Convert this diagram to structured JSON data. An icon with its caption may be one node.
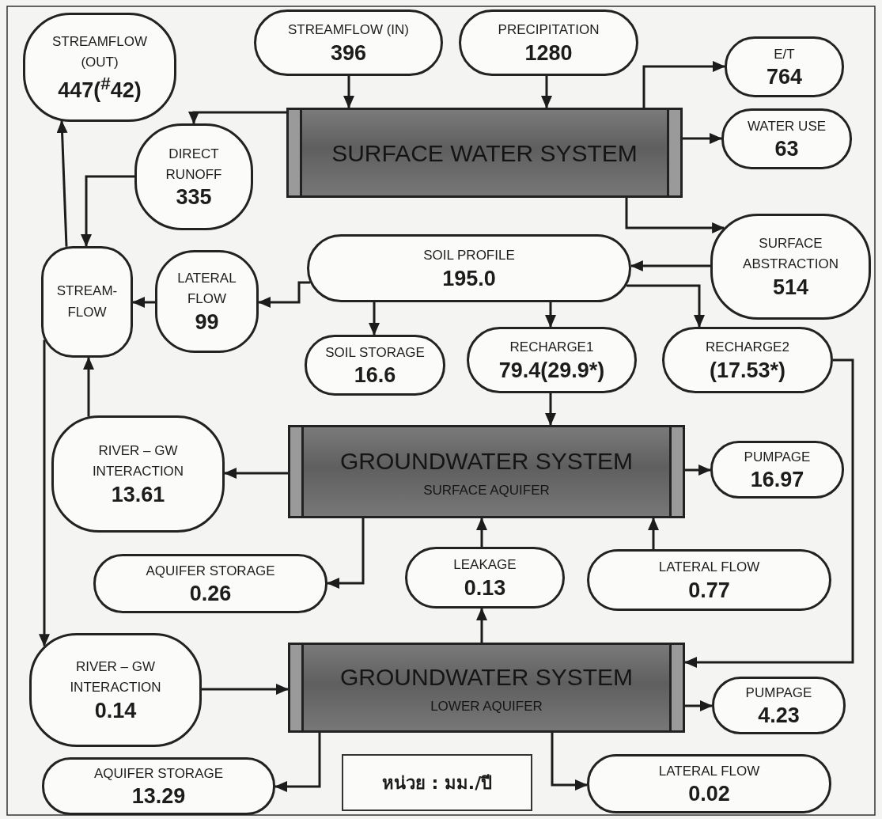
{
  "diagram": {
    "nodes": [
      {
        "text": [
          "STREAMFLOW (OUT)",
          "447($^{#}$42)"
        ]
      },
      {
        "text": [
          "STREAMFLOW (IN)",
          "396"
        ]
      },
      {
        "text": [
          "PRECIPITATION",
          "1280"
        ]
      },
      {
        "text": [
          "E/T",
          "764"
        ]
      },
      {
        "text": [
          "SURFACE WATER SYSTEM"
        ]
      },
      {
        "text": [
          "WATER USE",
          "63"
        ]
      },
      {
        "text": [
          "DIRECT RUNOFF",
          "335"
        ]
      },
      {
        "text": [
          "SURFACE ABSTRACTION",
          "514"
        ]
      },
      {
        "text": [
          "STREAM- FLOW"
        ]
      },
      {
        "text": [
          "LATERAL FLOW",
          "99"
        ]
      },
      {
        "text": [
          "SOIL PROFILE",
          "195.0"
        ]
      },
      {
        "text": [
          "SOIL STORAGE",
          "16.6"
        ]
      },
      {
        "text": [
          "RECHARGE1",
          "79.4(29.9*)"
        ]
      },
      {
        "text": [
          "RECHARGE2",
          "(17.53*)"
        ]
      },
      {
        "text": [
          "RIVER – GW INTERACTION",
          "13.61"
        ]
      },
      {
        "text": [
          "GROUNDWATER SYSTEM",
          "SURFACE AQUIFER"
        ]
      },
      {
        "text": [
          "PUMPAGE",
          "16.97"
        ]
      },
      {
        "text": [
          "AQUIFER STORAGE",
          "0.26"
        ]
      },
      {
        "text": [
          "LEAKAGE",
          "0.13"
        ]
      },
      {
        "text": [
          "LATERAL FLOW",
          "0.77"
        ]
      },
      {
        "text": [
          "RIVER – GW INTERACTION",
          "0.14"
        ]
      },
      {
        "text": [
          "GROUNDWATER SYSTEM",
          "LOWER AQUIFER"
        ]
      },
      {
        "text": [
          "PUMPAGE",
          "4.23"
        ]
      },
      {
        "text": [
          "AQUIFER STORAGE",
          "13.29"
        ]
      },
      {
        "text": [
          "หน่วย : มม./ปี"
        ]
      },
      {
        "text": [
          "LATERAL FLOW",
          "0.02"
        ]
      }
    ],
    "edges": [
      {
        "from": 1,
        "to": 4,
        "arrow": "to"
      },
      {
        "from": 2,
        "to": 4,
        "arrow": "to"
      },
      {
        "from": 4,
        "to": 3,
        "arrow": "to"
      },
      {
        "from": 4,
        "to": 5,
        "arrow": "to"
      },
      {
        "from": 4,
        "to": 6,
        "arrow": "to"
      },
      {
        "from": 4,
        "to": 7,
        "arrow": "to"
      },
      {
        "from": 6,
        "to": 8,
        "arrow": "to"
      },
      {
        "from": 8,
        "to": 0,
        "arrow": "to"
      },
      {
        "from": 9,
        "to": 8,
        "arrow": "to"
      },
      {
        "from": 10,
        "to": 9,
        "arrow": "to"
      },
      {
        "from": 7,
        "to": 10,
        "arrow": "to"
      },
      {
        "from": 10,
        "to": 11,
        "arrow": "to"
      },
      {
        "from": 10,
        "to": 12,
        "arrow": "to"
      },
      {
        "from": 10,
        "to": 13,
        "arrow": "to"
      },
      {
        "from": 12,
        "to": 15,
        "arrow": "to"
      },
      {
        "from": 13,
        "to": 21,
        "arrow": "to"
      },
      {
        "from": 15,
        "to": 14,
        "arrow": "to"
      },
      {
        "from": 14,
        "to": 8,
        "arrow": "to"
      },
      {
        "from": 15,
        "to": 16,
        "arrow": "to"
      },
      {
        "from": 15,
        "to": 17,
        "arrow": "to"
      },
      {
        "from": 18,
        "to": 15,
        "arrow": "to"
      },
      {
        "from": 19,
        "to": 15,
        "arrow": "to"
      },
      {
        "from": 21,
        "to": 18,
        "arrow": "to"
      },
      {
        "from": 8,
        "to": 20,
        "arrow": "to"
      },
      {
        "from": 20,
        "to": 21,
        "arrow": "to"
      },
      {
        "from": 21,
        "to": 22,
        "arrow": "to"
      },
      {
        "from": 21,
        "to": 23,
        "arrow": "to"
      },
      {
        "from": 21,
        "to": 25,
        "arrow": "to"
      }
    ]
  }
}
